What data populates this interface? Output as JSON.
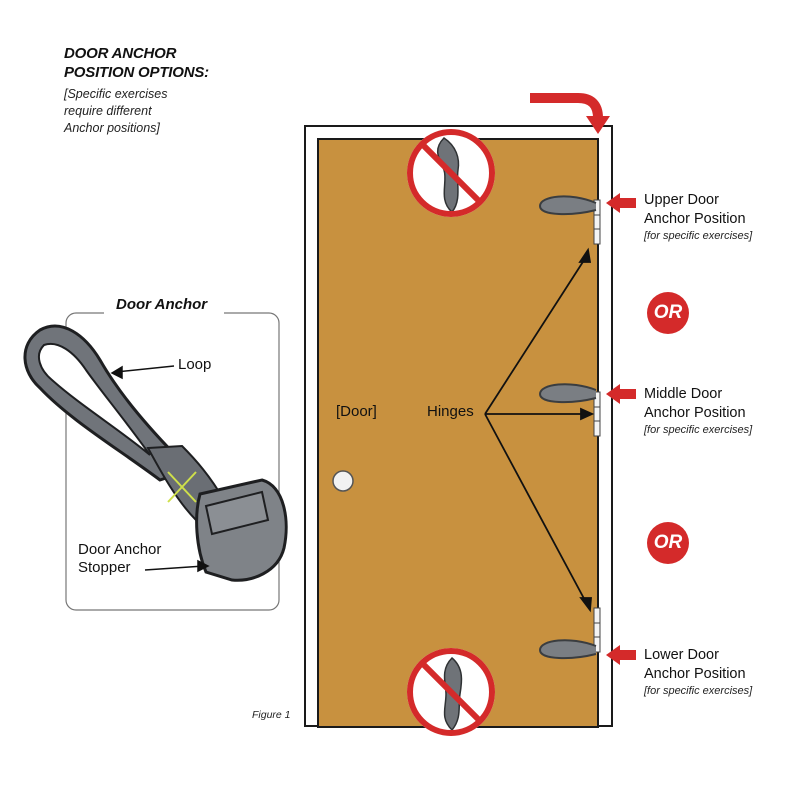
{
  "header": {
    "title_line1": "DOOR ANCHOR",
    "title_line2": "POSITION OPTIONS:",
    "subtitle_line1": "[Specific exercises",
    "subtitle_line2": "require different",
    "subtitle_line3": "Anchor positions]"
  },
  "door": {
    "label": "[Door]",
    "hinges_label": "Hinges"
  },
  "positions": [
    {
      "name_line1": "Upper Door",
      "name_line2": "Anchor Position",
      "note": "[for specific exercises]"
    },
    {
      "name_line1": "Middle Door",
      "name_line2": "Anchor Position",
      "note": "[for specific exercises]"
    },
    {
      "name_line1": "Lower Door",
      "name_line2": "Anchor Position",
      "note": "[for specific exercises]"
    }
  ],
  "or_label": "OR",
  "anchor_detail": {
    "title": "Door Anchor",
    "loop_label": "Loop",
    "stopper_line1": "Door Anchor",
    "stopper_line2": "Stopper"
  },
  "figure_label": "Figure 1",
  "colors": {
    "door_fill": "#c8913f",
    "door_outline": "#1a1a1a",
    "accent_red": "#d42a2a",
    "strap_gray": "#6f7378",
    "stopper_gray": "#7f8388"
  }
}
